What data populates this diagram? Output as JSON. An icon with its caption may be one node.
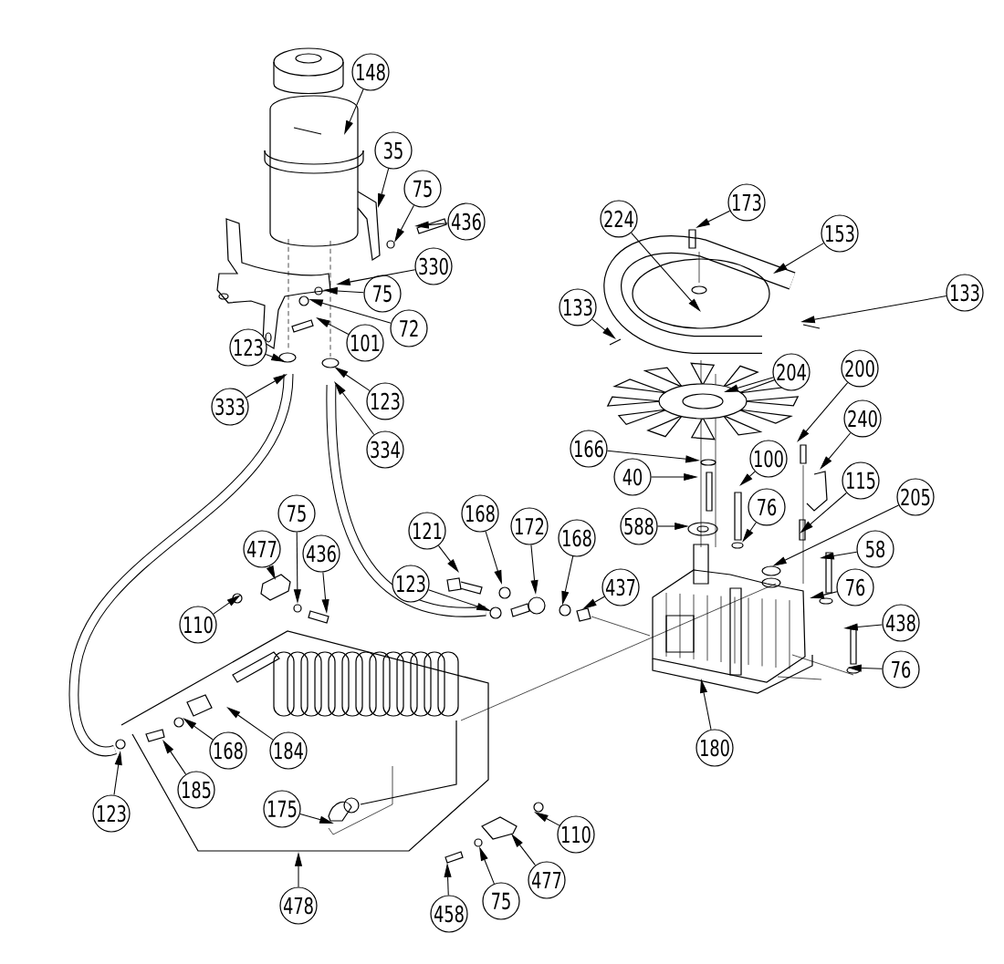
{
  "diagram": {
    "nodes": [
      {
        "text": [
          "148"
        ]
      },
      {
        "text": [
          "35"
        ]
      },
      {
        "text": [
          "75"
        ]
      },
      {
        "text": [
          "436"
        ]
      },
      {
        "text": [
          "330"
        ]
      },
      {
        "text": [
          "75"
        ]
      },
      {
        "text": [
          "72"
        ]
      },
      {
        "text": [
          "101"
        ]
      },
      {
        "text": [
          "123"
        ]
      },
      {
        "text": [
          "333"
        ]
      },
      {
        "text": [
          "123"
        ]
      },
      {
        "text": [
          "334"
        ]
      },
      {
        "text": [
          "224"
        ]
      },
      {
        "text": [
          "173"
        ]
      },
      {
        "text": [
          "153"
        ]
      },
      {
        "text": [
          "133"
        ]
      },
      {
        "text": [
          "133"
        ]
      },
      {
        "text": [
          "204"
        ]
      },
      {
        "text": [
          "200"
        ]
      },
      {
        "text": [
          "240"
        ]
      },
      {
        "text": [
          "166"
        ]
      },
      {
        "text": [
          "100"
        ]
      },
      {
        "text": [
          "40"
        ]
      },
      {
        "text": [
          "115"
        ]
      },
      {
        "text": [
          "205"
        ]
      },
      {
        "text": [
          "76"
        ]
      },
      {
        "text": [
          "588"
        ]
      },
      {
        "text": [
          "58"
        ]
      },
      {
        "text": [
          "76"
        ]
      },
      {
        "text": [
          "438"
        ]
      },
      {
        "text": [
          "76"
        ]
      },
      {
        "text": [
          "180"
        ]
      },
      {
        "text": [
          "121"
        ]
      },
      {
        "text": [
          "168"
        ]
      },
      {
        "text": [
          "172"
        ]
      },
      {
        "text": [
          "168"
        ]
      },
      {
        "text": [
          "123"
        ]
      },
      {
        "text": [
          "437"
        ]
      },
      {
        "text": [
          "75"
        ]
      },
      {
        "text": [
          "477"
        ]
      },
      {
        "text": [
          "436"
        ]
      },
      {
        "text": [
          "110"
        ]
      },
      {
        "text": [
          "123"
        ]
      },
      {
        "text": [
          "185"
        ]
      },
      {
        "text": [
          "168"
        ]
      },
      {
        "text": [
          "184"
        ]
      },
      {
        "text": [
          "175"
        ]
      },
      {
        "text": [
          "478"
        ]
      },
      {
        "text": [
          "458"
        ]
      },
      {
        "text": [
          "75"
        ]
      },
      {
        "text": [
          "477"
        ]
      },
      {
        "text": [
          "110"
        ]
      }
    ],
    "edges": [
      {
        "from": 0,
        "to": null,
        "arrow": "to"
      },
      {
        "from": 1,
        "to": null,
        "arrow": "to"
      },
      {
        "from": 2,
        "to": null,
        "arrow": "to"
      },
      {
        "from": 3,
        "to": null,
        "arrow": "to"
      },
      {
        "from": 4,
        "to": null,
        "arrow": "to"
      },
      {
        "from": 5,
        "to": null,
        "arrow": "to"
      },
      {
        "from": 6,
        "to": null,
        "arrow": "to"
      },
      {
        "from": 7,
        "to": null,
        "arrow": "to"
      },
      {
        "from": 8,
        "to": null,
        "arrow": "to"
      },
      {
        "from": 9,
        "to": null,
        "arrow": "to"
      },
      {
        "from": 10,
        "to": null,
        "arrow": "to"
      },
      {
        "from": 11,
        "to": null,
        "arrow": "to"
      },
      {
        "from": 12,
        "to": null,
        "arrow": "to"
      },
      {
        "from": 13,
        "to": null,
        "arrow": "to"
      },
      {
        "from": 14,
        "to": null,
        "arrow": "to"
      },
      {
        "from": 15,
        "to": null,
        "arrow": "to"
      },
      {
        "from": 16,
        "to": null,
        "arrow": "to"
      },
      {
        "from": 17,
        "to": null,
        "arrow": "to"
      },
      {
        "from": 18,
        "to": null,
        "arrow": "to"
      },
      {
        "from": 19,
        "to": null,
        "arrow": "to"
      },
      {
        "from": 20,
        "to": null,
        "arrow": "to"
      },
      {
        "from": 21,
        "to": null,
        "arrow": "to"
      },
      {
        "from": 22,
        "to": null,
        "arrow": "to"
      },
      {
        "from": 23,
        "to": null,
        "arrow": "to"
      },
      {
        "from": 24,
        "to": null,
        "arrow": "to"
      },
      {
        "from": 25,
        "to": null,
        "arrow": "to"
      },
      {
        "from": 26,
        "to": null,
        "arrow": "to"
      },
      {
        "from": 27,
        "to": null,
        "arrow": "to"
      },
      {
        "from": 28,
        "to": null,
        "arrow": "to"
      },
      {
        "from": 29,
        "to": null,
        "arrow": "to"
      },
      {
        "from": 30,
        "to": null,
        "arrow": "to"
      },
      {
        "from": 31,
        "to": null,
        "arrow": "to"
      },
      {
        "from": 32,
        "to": null,
        "arrow": "to"
      },
      {
        "from": 33,
        "to": null,
        "arrow": "to"
      },
      {
        "from": 34,
        "to": null,
        "arrow": "to"
      },
      {
        "from": 35,
        "to": null,
        "arrow": "to"
      },
      {
        "from": 36,
        "to": null,
        "arrow": "to"
      },
      {
        "from": 37,
        "to": null,
        "arrow": "to"
      },
      {
        "from": 38,
        "to": null,
        "arrow": "to"
      },
      {
        "from": 39,
        "to": null,
        "arrow": "to"
      },
      {
        "from": 40,
        "to": null,
        "arrow": "to"
      },
      {
        "from": 41,
        "to": null,
        "arrow": "to"
      },
      {
        "from": 42,
        "to": null,
        "arrow": "to"
      },
      {
        "from": 43,
        "to": null,
        "arrow": "to"
      },
      {
        "from": 44,
        "to": null,
        "arrow": "to"
      },
      {
        "from": 45,
        "to": null,
        "arrow": "to"
      },
      {
        "from": 46,
        "to": null,
        "arrow": "to"
      },
      {
        "from": 47,
        "to": null,
        "arrow": "to"
      },
      {
        "from": 48,
        "to": null,
        "arrow": "to"
      },
      {
        "from": 49,
        "to": null,
        "arrow": "to"
      },
      {
        "from": 50,
        "to": null,
        "arrow": "to"
      },
      {
        "from": 51,
        "to": null,
        "arrow": "to"
      }
    ]
  }
}
